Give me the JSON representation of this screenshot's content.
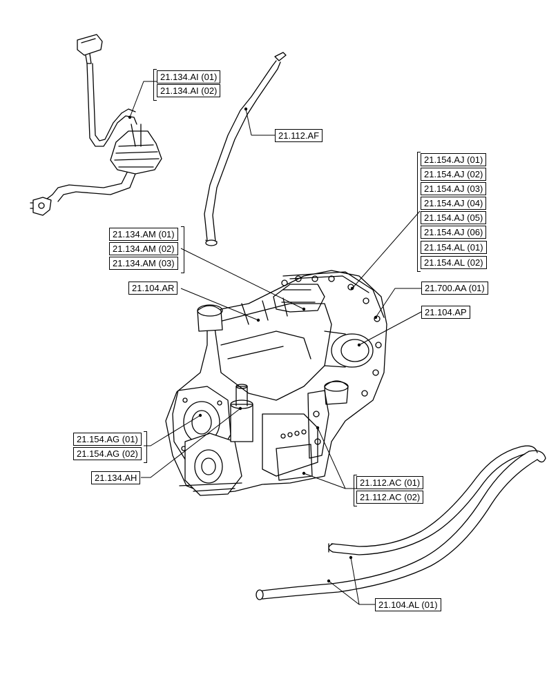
{
  "diagram": {
    "labels": {
      "ai_01": "21.134.AI (01)",
      "ai_02": "21.134.AI (02)",
      "af": "21.112.AF",
      "aj_01": "21.154.AJ (01)",
      "aj_02": "21.154.AJ (02)",
      "aj_03": "21.154.AJ (03)",
      "aj_04": "21.154.AJ (04)",
      "aj_05": "21.154.AJ (05)",
      "aj_06": "21.154.AJ (06)",
      "al_01": "21.154.AL (01)",
      "al_02": "21.154.AL (02)",
      "am_01": "21.134.AM (01)",
      "am_02": "21.134.AM (02)",
      "am_03": "21.134.AM (03)",
      "ar": "21.104.AR",
      "aa_01": "21.700.AA (01)",
      "ap": "21.104.AP",
      "ag_01": "21.154.AG (01)",
      "ag_02": "21.154.AG (02)",
      "ah": "21.134.AH",
      "ac_01": "21.112.AC (01)",
      "ac_02": "21.112.AC (02)",
      "hose_al_01": "21.104.AL (01)"
    }
  }
}
